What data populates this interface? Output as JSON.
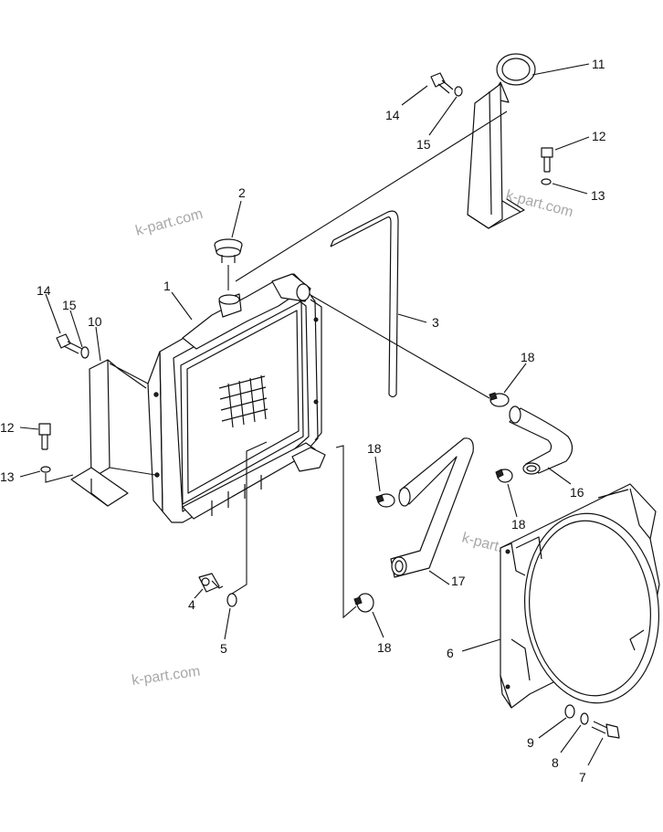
{
  "watermark": "k-part.com",
  "callouts": {
    "c1": "1",
    "c2": "2",
    "c3": "3",
    "c4": "4",
    "c5": "5",
    "c6": "6",
    "c7": "7",
    "c8": "8",
    "c9": "9",
    "c10": "10",
    "c11": "11",
    "c12a": "12",
    "c12b": "12",
    "c13a": "13",
    "c13b": "13",
    "c14a": "14",
    "c14b": "14",
    "c15a": "15",
    "c15b": "15",
    "c16": "16",
    "c17": "17",
    "c18a": "18",
    "c18b": "18",
    "c18c": "18",
    "c18d": "18"
  }
}
